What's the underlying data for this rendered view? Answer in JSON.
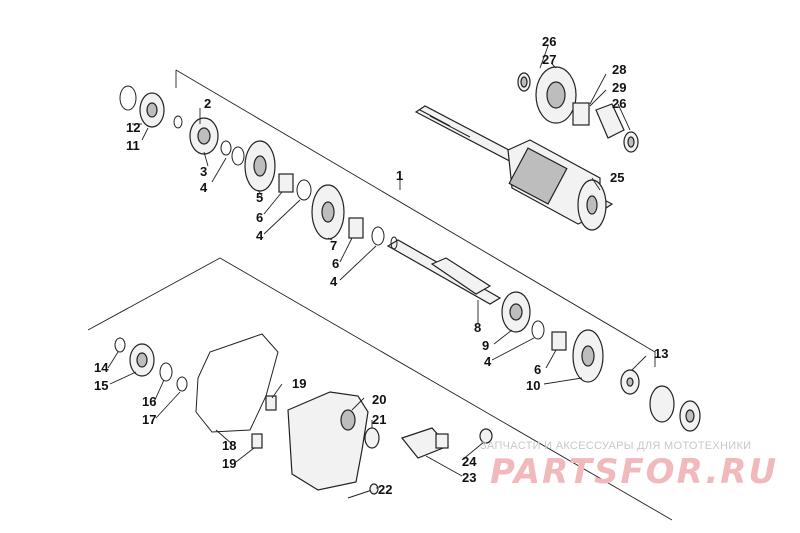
{
  "diagram": {
    "callouts": {
      "c1": "1",
      "c2": "2",
      "c3": "3",
      "c4a": "4",
      "c4b": "4",
      "c4c": "4",
      "c4d": "4",
      "c5": "5",
      "c6a": "6",
      "c6b": "6",
      "c6c": "6",
      "c7": "7",
      "c8": "8",
      "c9": "9",
      "c10": "10",
      "c11": "11",
      "c12": "12",
      "c13": "13",
      "c14": "14",
      "c15": "15",
      "c16": "16",
      "c17": "17",
      "c18": "18",
      "c19a": "19",
      "c19b": "19",
      "c20": "20",
      "c21": "21",
      "c22": "22",
      "c23": "23",
      "c24": "24",
      "c25": "25",
      "c26a": "26",
      "c26b": "26",
      "c27": "27",
      "c28": "28",
      "c29": "29"
    }
  },
  "watermark": {
    "tagline": "ЗАПЧАСТИ И АКСЕССУАРЫ ДЛЯ МОТОТЕХНИКИ",
    "brand": "PARTSFOR.RU",
    "color": "#f2b9bc"
  }
}
